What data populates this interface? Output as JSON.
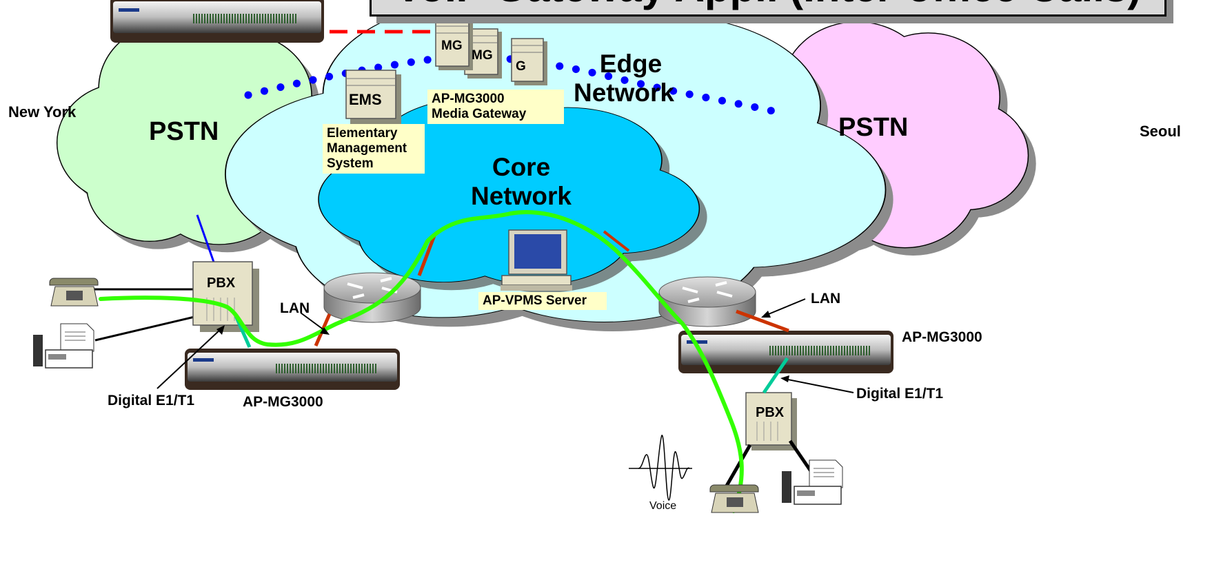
{
  "title": "VoIP Gateway Appl. (Inter-office Calls)",
  "cities": {
    "left": "New York",
    "right": "Seoul"
  },
  "clouds": {
    "pstn_left": "PSTN",
    "pstn_right": "PSTN",
    "edge": [
      "Edge",
      "Network"
    ],
    "core": [
      "Core",
      "Network"
    ]
  },
  "devices": {
    "ems": "EMS",
    "mg": [
      "MG",
      "MG",
      "G"
    ],
    "pbx_left": "PBX",
    "pbx_right": "PBX"
  },
  "notes": {
    "ems": [
      "Elementary",
      "Management",
      "System"
    ],
    "mg": [
      "AP-MG3000",
      "Media Gateway"
    ],
    "vpms": "AP-VPMS Server"
  },
  "labels": {
    "lan_left": "LAN",
    "lan_right": "LAN",
    "digital_left": "Digital E1/T1",
    "digital_right": "Digital E1/T1",
    "mg_left": "AP-MG3000",
    "mg_right": "AP-MG3000",
    "voice": "Voice"
  },
  "colors": {
    "pstn_left": "#ccffcc",
    "pstn_right": "#ffccff",
    "edge": "#ccffff",
    "core": "#00ccff",
    "voice_path": "#33ff00",
    "signal_dots": "#0000ff",
    "red_dash": "#ff0000",
    "lan_link": "#cc3300",
    "e1_link": "#00cc99"
  },
  "icons": [
    "telephone-icon",
    "fax-icon",
    "pbx-icon",
    "router-icon",
    "gateway-icon",
    "server-icon",
    "voice-waveform-icon"
  ]
}
